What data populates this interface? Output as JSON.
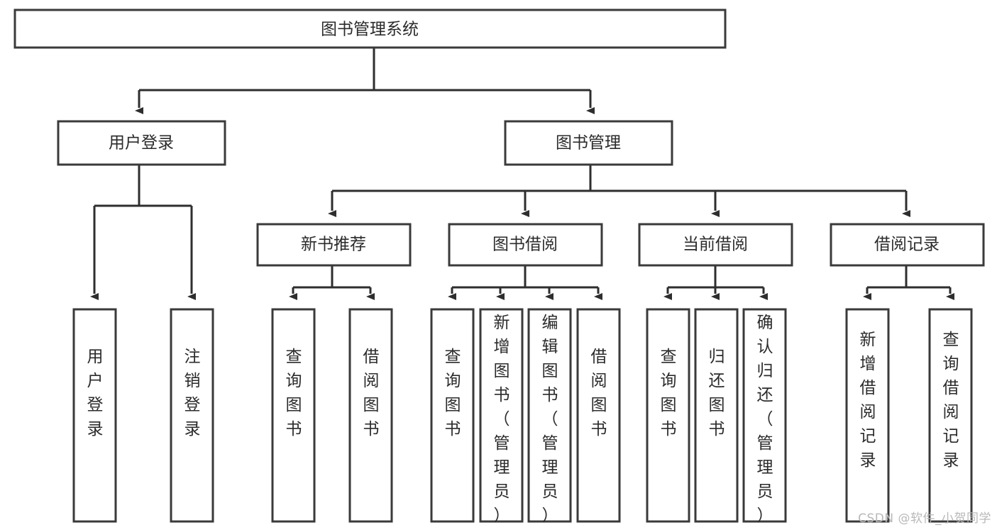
{
  "diagram": {
    "type": "tree-hierarchy",
    "title": "图书管理系统",
    "watermark": "CSDN @软件_小贺同学",
    "levels": {
      "root": {
        "label": "图书管理系统",
        "orientation": "horizontal"
      },
      "level2": [
        {
          "id": "user-login",
          "label": "用户登录",
          "orientation": "horizontal"
        },
        {
          "id": "book-manage",
          "label": "图书管理",
          "orientation": "horizontal"
        }
      ],
      "level3": [
        {
          "id": "new-book-recommend",
          "label": "新书推荐",
          "orientation": "horizontal",
          "parent": "book-manage"
        },
        {
          "id": "book-borrow",
          "label": "图书借阅",
          "orientation": "horizontal",
          "parent": "book-manage"
        },
        {
          "id": "current-borrow",
          "label": "当前借阅",
          "orientation": "horizontal",
          "parent": "book-manage"
        },
        {
          "id": "borrow-record",
          "label": "借阅记录",
          "orientation": "horizontal",
          "parent": "book-manage"
        }
      ],
      "leaves": [
        {
          "id": "leaf-user-login",
          "label": "用户登录",
          "orientation": "vertical",
          "parent": "user-login"
        },
        {
          "id": "leaf-user-logout",
          "label": "注销登录",
          "orientation": "vertical",
          "parent": "user-login"
        },
        {
          "id": "leaf-query-book-1",
          "label": "查询图书",
          "orientation": "vertical",
          "parent": "new-book-recommend"
        },
        {
          "id": "leaf-borrow-book-1",
          "label": "借阅图书",
          "orientation": "vertical",
          "parent": "new-book-recommend"
        },
        {
          "id": "leaf-query-book-2",
          "label": "查询图书",
          "orientation": "vertical",
          "parent": "book-borrow"
        },
        {
          "id": "leaf-add-book",
          "label": "新增图书（管理员）",
          "orientation": "vertical",
          "parent": "book-borrow"
        },
        {
          "id": "leaf-edit-book",
          "label": "编辑图书（管理员）",
          "orientation": "vertical",
          "parent": "book-borrow"
        },
        {
          "id": "leaf-borrow-book-2",
          "label": "借阅图书",
          "orientation": "vertical",
          "parent": "book-borrow"
        },
        {
          "id": "leaf-query-book-3",
          "label": "查询图书",
          "orientation": "vertical",
          "parent": "current-borrow"
        },
        {
          "id": "leaf-return-book",
          "label": "归还图书",
          "orientation": "vertical",
          "parent": "current-borrow"
        },
        {
          "id": "leaf-confirm-return",
          "label": "确认归还（管理员）",
          "orientation": "vertical",
          "parent": "current-borrow"
        },
        {
          "id": "leaf-add-record",
          "label": "新增借阅记录",
          "orientation": "vertical",
          "parent": "borrow-record"
        },
        {
          "id": "leaf-query-record",
          "label": "查询借阅记录",
          "orientation": "vertical",
          "parent": "borrow-record"
        }
      ]
    },
    "colors": {
      "box_stroke": "#3a3a3a",
      "box_fill": "#ffffff",
      "connector": "#2e2e2e",
      "text": "#2b2b2b",
      "watermark": "#b8b8b8",
      "background": "#ffffff"
    }
  }
}
